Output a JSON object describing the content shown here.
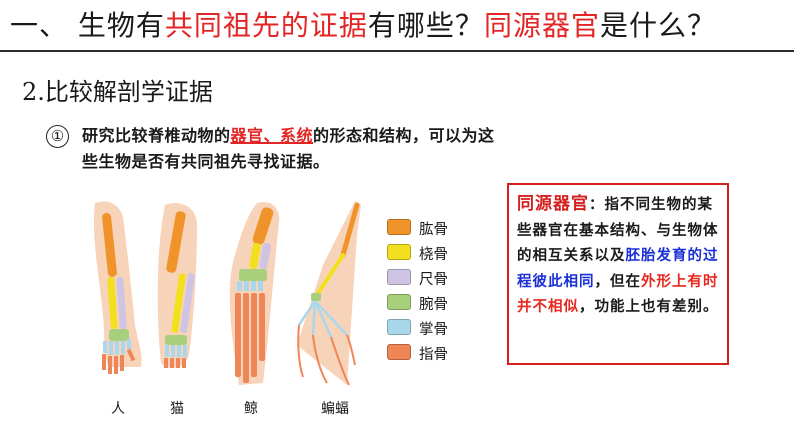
{
  "header": {
    "title_prefix": "一、 生物有",
    "title_red1": "共同祖先的证据",
    "title_mid": "有哪些？",
    "title_red2": "同源器官",
    "title_suffix": "是什么？"
  },
  "section": {
    "number": "2.",
    "title": "比较解剖学证据"
  },
  "point": {
    "marker": "①",
    "line1_prefix": "研究比较脊椎动物的",
    "line1_red": "器官、系统",
    "line1_suffix": "的形态和结构，可以为这",
    "line2": "些生物是否有共同祖先寻找证据。"
  },
  "definition": {
    "term": "同源器官",
    "colon": "：",
    "t1": "指不同生物的某些器官在基本结构、与生物体的相互关系以及",
    "t_blue": "胚胎发育的过程彼此相同",
    "t2": "，但在",
    "t_red": "外形上有时并不相似",
    "t3": "，功能上也有差别。"
  },
  "legend": [
    {
      "label": "肱骨",
      "color": "#f0932a"
    },
    {
      "label": "桡骨",
      "color": "#f2e01e"
    },
    {
      "label": "尺骨",
      "color": "#cfc4e3"
    },
    {
      "label": "腕骨",
      "color": "#a8cf7c"
    },
    {
      "label": "掌骨",
      "color": "#a9d8ec"
    },
    {
      "label": "指骨",
      "color": "#ef8658"
    }
  ],
  "figure": {
    "captions": [
      "人",
      "猫",
      "鲸",
      "蝙蝠"
    ],
    "colors": {
      "skin": "#f7d3ba",
      "humerus": "#f0932a",
      "radius": "#f2e01e",
      "ulna": "#cfc4e3",
      "carpal": "#a8cf7c",
      "metacarpal": "#a9d8ec",
      "phalange": "#ef8658"
    }
  }
}
